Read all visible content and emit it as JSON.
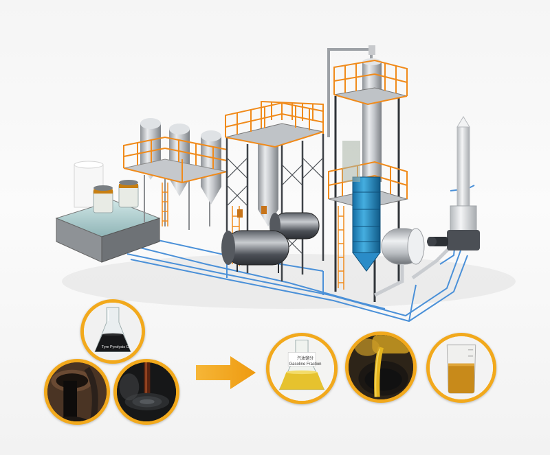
{
  "image": {
    "subject": "tyre pyrolysis oil distillation plant",
    "accent_color": "#f2a91c",
    "frame_color": "#f08a1a",
    "pipe_color": "#4a90d8",
    "column_color": "#2a8cc8"
  },
  "inputs": {
    "flask_label": "Tyre Pyrolysis Oil"
  },
  "arrow": {
    "icon": "right-arrow-icon"
  },
  "outputs": {
    "flask_label_cn": "汽油馏分",
    "flask_label_en": "Gasoline Fraction"
  }
}
